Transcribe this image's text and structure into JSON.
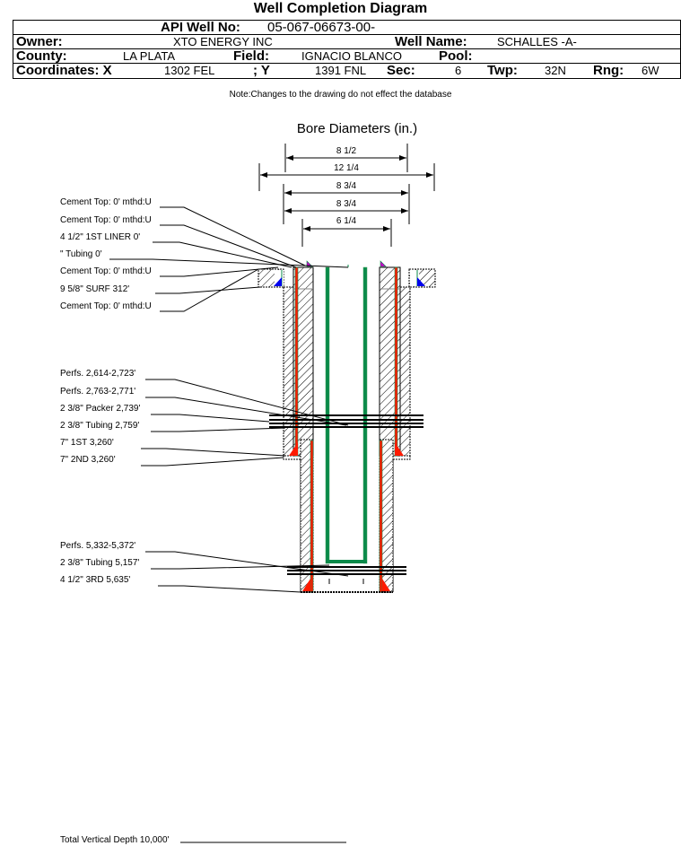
{
  "title": "Well Completion Diagram",
  "header": {
    "api_label": "API Well No:",
    "api_value": "05-067-06673-00-",
    "owner_label": "Owner:",
    "owner_value": "XTO ENERGY INC",
    "well_name_label": "Well Name:",
    "well_name_value": "SCHALLES -A-",
    "county_label": "County:",
    "county_value": "LA PLATA",
    "field_label": "Field:",
    "field_value": "IGNACIO BLANCO",
    "pool_label": "Pool:",
    "pool_value": "",
    "coord_x_label": "Coordinates: X",
    "coord_x_value": "1302 FEL",
    "coord_y_label": "; Y",
    "coord_y_value": "1391 FNL",
    "sec_label": "Sec:",
    "sec_value": "6",
    "twp_label": "Twp:",
    "twp_value": "32N",
    "rng_label": "Rng:",
    "rng_value": "6W"
  },
  "note": "Note:Changes to the drawing do not effect the database",
  "bore": {
    "title": "Bore Diameters (in.)",
    "diameters": [
      "8 1/2",
      "12 1/4",
      "8 3/4",
      "8 3/4",
      "6 1/4"
    ]
  },
  "annotations": {
    "top": [
      "Cement Top: 0' mthd:U",
      "Cement Top: 0' mthd:U",
      "4 1/2\" 1ST LINER  0'",
      "\" Tubing 0'",
      "Cement Top: 0' mthd:U",
      "9 5/8\" SURF      312'",
      "Cement Top: 0' mthd:U"
    ],
    "middle": [
      "Perfs. 2,614-2,723'",
      "Perfs. 2,763-2,771'",
      "2 3/8\" Packer 2,739'",
      "2 3/8\" Tubing 2,759'",
      "7\" 1ST       3,260'",
      "7\" 2ND       3,260'"
    ],
    "bottom": [
      "Perfs. 5,332-5,372'",
      "2 3/8\" Tubing 5,157'",
      "4 1/2\" 3RD         5,635'"
    ],
    "tvd": "Total Vertical Depth 10,000'"
  },
  "colors": {
    "casing_red": "#ff1a00",
    "liner_green": "#0a8a4a",
    "tubing_teal": "#0a7a5a",
    "cement_magenta": "#cc00cc",
    "cement_blue": "#0000ee"
  }
}
